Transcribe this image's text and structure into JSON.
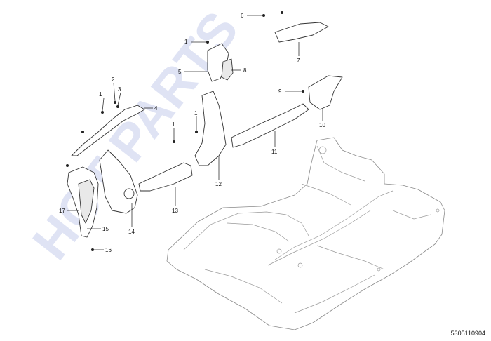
{
  "watermark": "HOT PARTS",
  "catalog_code": "5305110904",
  "callouts": [
    "1",
    "1",
    "1",
    "1",
    "2",
    "3",
    "4",
    "5",
    "6",
    "7",
    "8",
    "9",
    "10",
    "11",
    "12",
    "13",
    "14",
    "15",
    "16",
    "17"
  ]
}
